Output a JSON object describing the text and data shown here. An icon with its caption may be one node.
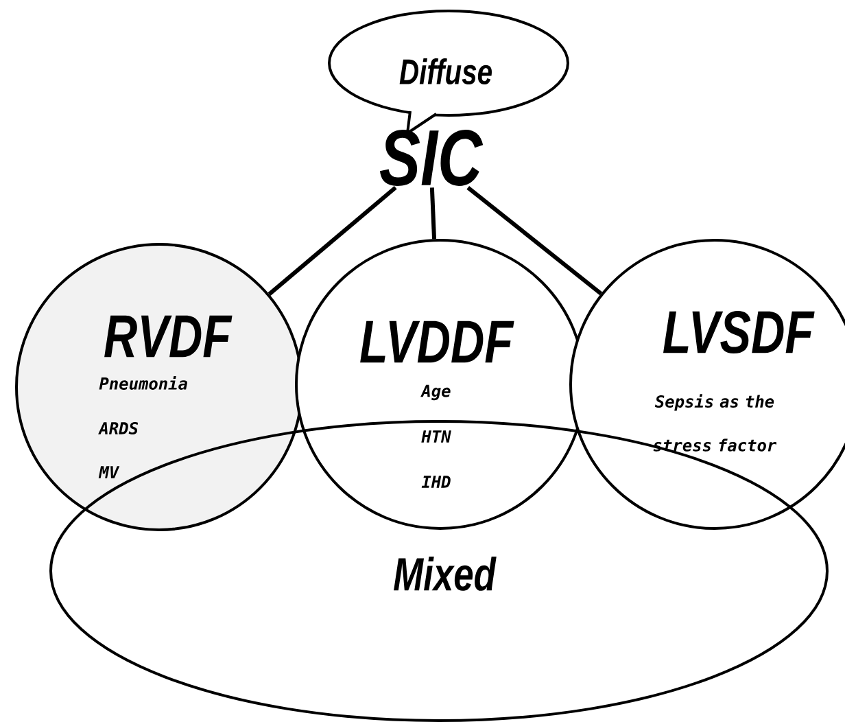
{
  "diagram": {
    "nodes": [
      {
        "text": [
          "Diffuse"
        ]
      },
      {
        "text": [
          "SIC"
        ]
      },
      {
        "text": [
          "RVDF",
          "Pneumonia",
          "ARDS",
          "MV"
        ]
      },
      {
        "text": [
          "LVDDF",
          "Age",
          "HTN",
          "IHD"
        ]
      },
      {
        "text": [
          "LVSDF",
          "Sepsis as the stress factor"
        ]
      },
      {
        "text": [
          "Mixed"
        ]
      }
    ],
    "edges": [
      {
        "from": 1,
        "to": 2,
        "arrow": "none"
      },
      {
        "from": 1,
        "to": 3,
        "arrow": "none"
      },
      {
        "from": 1,
        "to": 4,
        "arrow": "none"
      }
    ]
  }
}
